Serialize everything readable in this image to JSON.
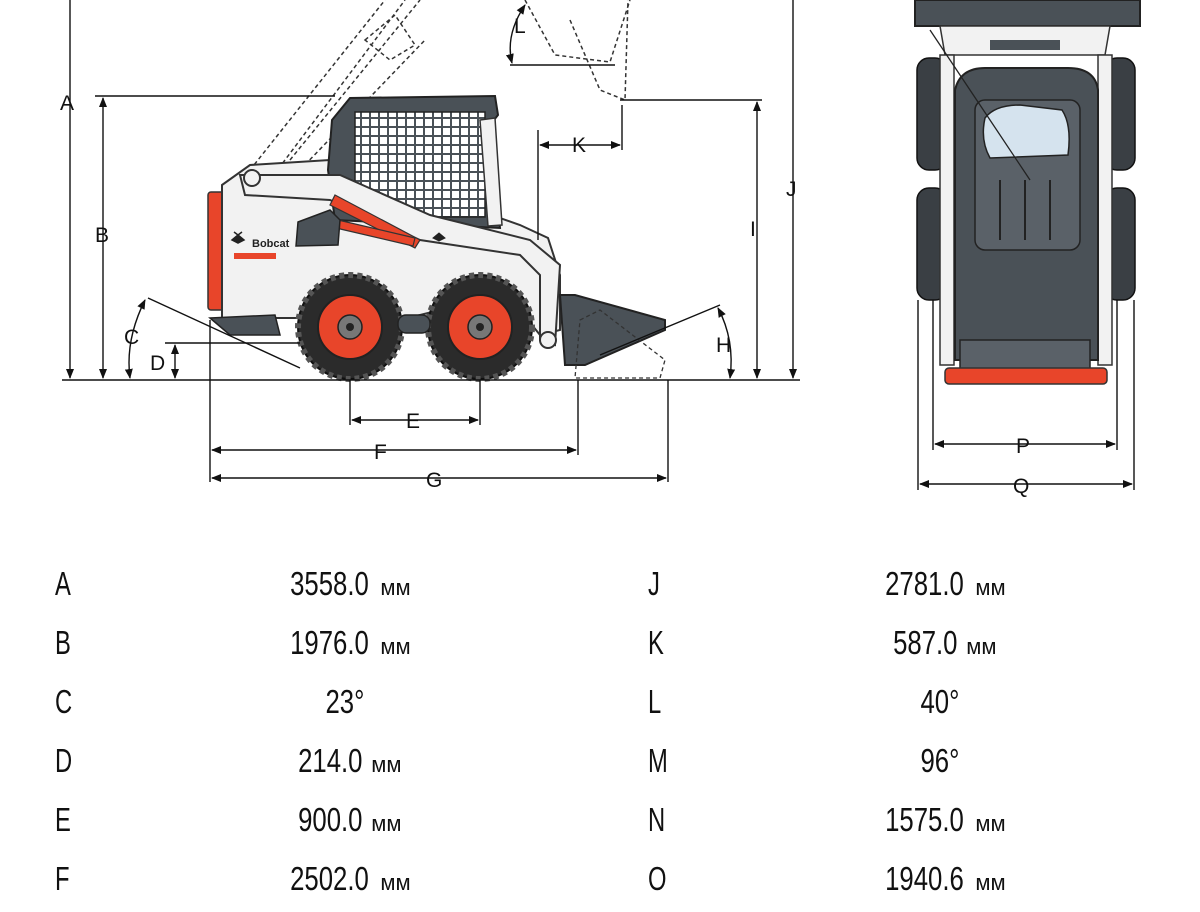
{
  "diagram": {
    "brand": "Bobcat",
    "dimension_labels": [
      "A",
      "B",
      "C",
      "D",
      "E",
      "F",
      "G",
      "H",
      "I",
      "J",
      "K",
      "L",
      "P",
      "Q"
    ],
    "colors": {
      "body": "#f2f2f2",
      "outline": "#333333",
      "dark": "#4a5157",
      "accent": "#e8452a",
      "line": "#111111"
    }
  },
  "specs": {
    "left": [
      {
        "letter": "A",
        "value": "3558.0",
        "unit": "мм"
      },
      {
        "letter": "B",
        "value": "1976.0",
        "unit": "мм"
      },
      {
        "letter": "C",
        "value": "23°",
        "unit": ""
      },
      {
        "letter": "D",
        "value": "214.0",
        "unit": "мм"
      },
      {
        "letter": "E",
        "value": "900.0",
        "unit": "мм"
      },
      {
        "letter": "F",
        "value": "2502.0",
        "unit": "мм"
      }
    ],
    "right": [
      {
        "letter": "J",
        "value": "2781.0",
        "unit": "мм"
      },
      {
        "letter": "K",
        "value": "587.0",
        "unit": "мм"
      },
      {
        "letter": "L",
        "value": "40°",
        "unit": ""
      },
      {
        "letter": "M",
        "value": "96°",
        "unit": ""
      },
      {
        "letter": "N",
        "value": "1575.0",
        "unit": "мм"
      },
      {
        "letter": "O",
        "value": "1940.6",
        "unit": "мм"
      }
    ]
  }
}
